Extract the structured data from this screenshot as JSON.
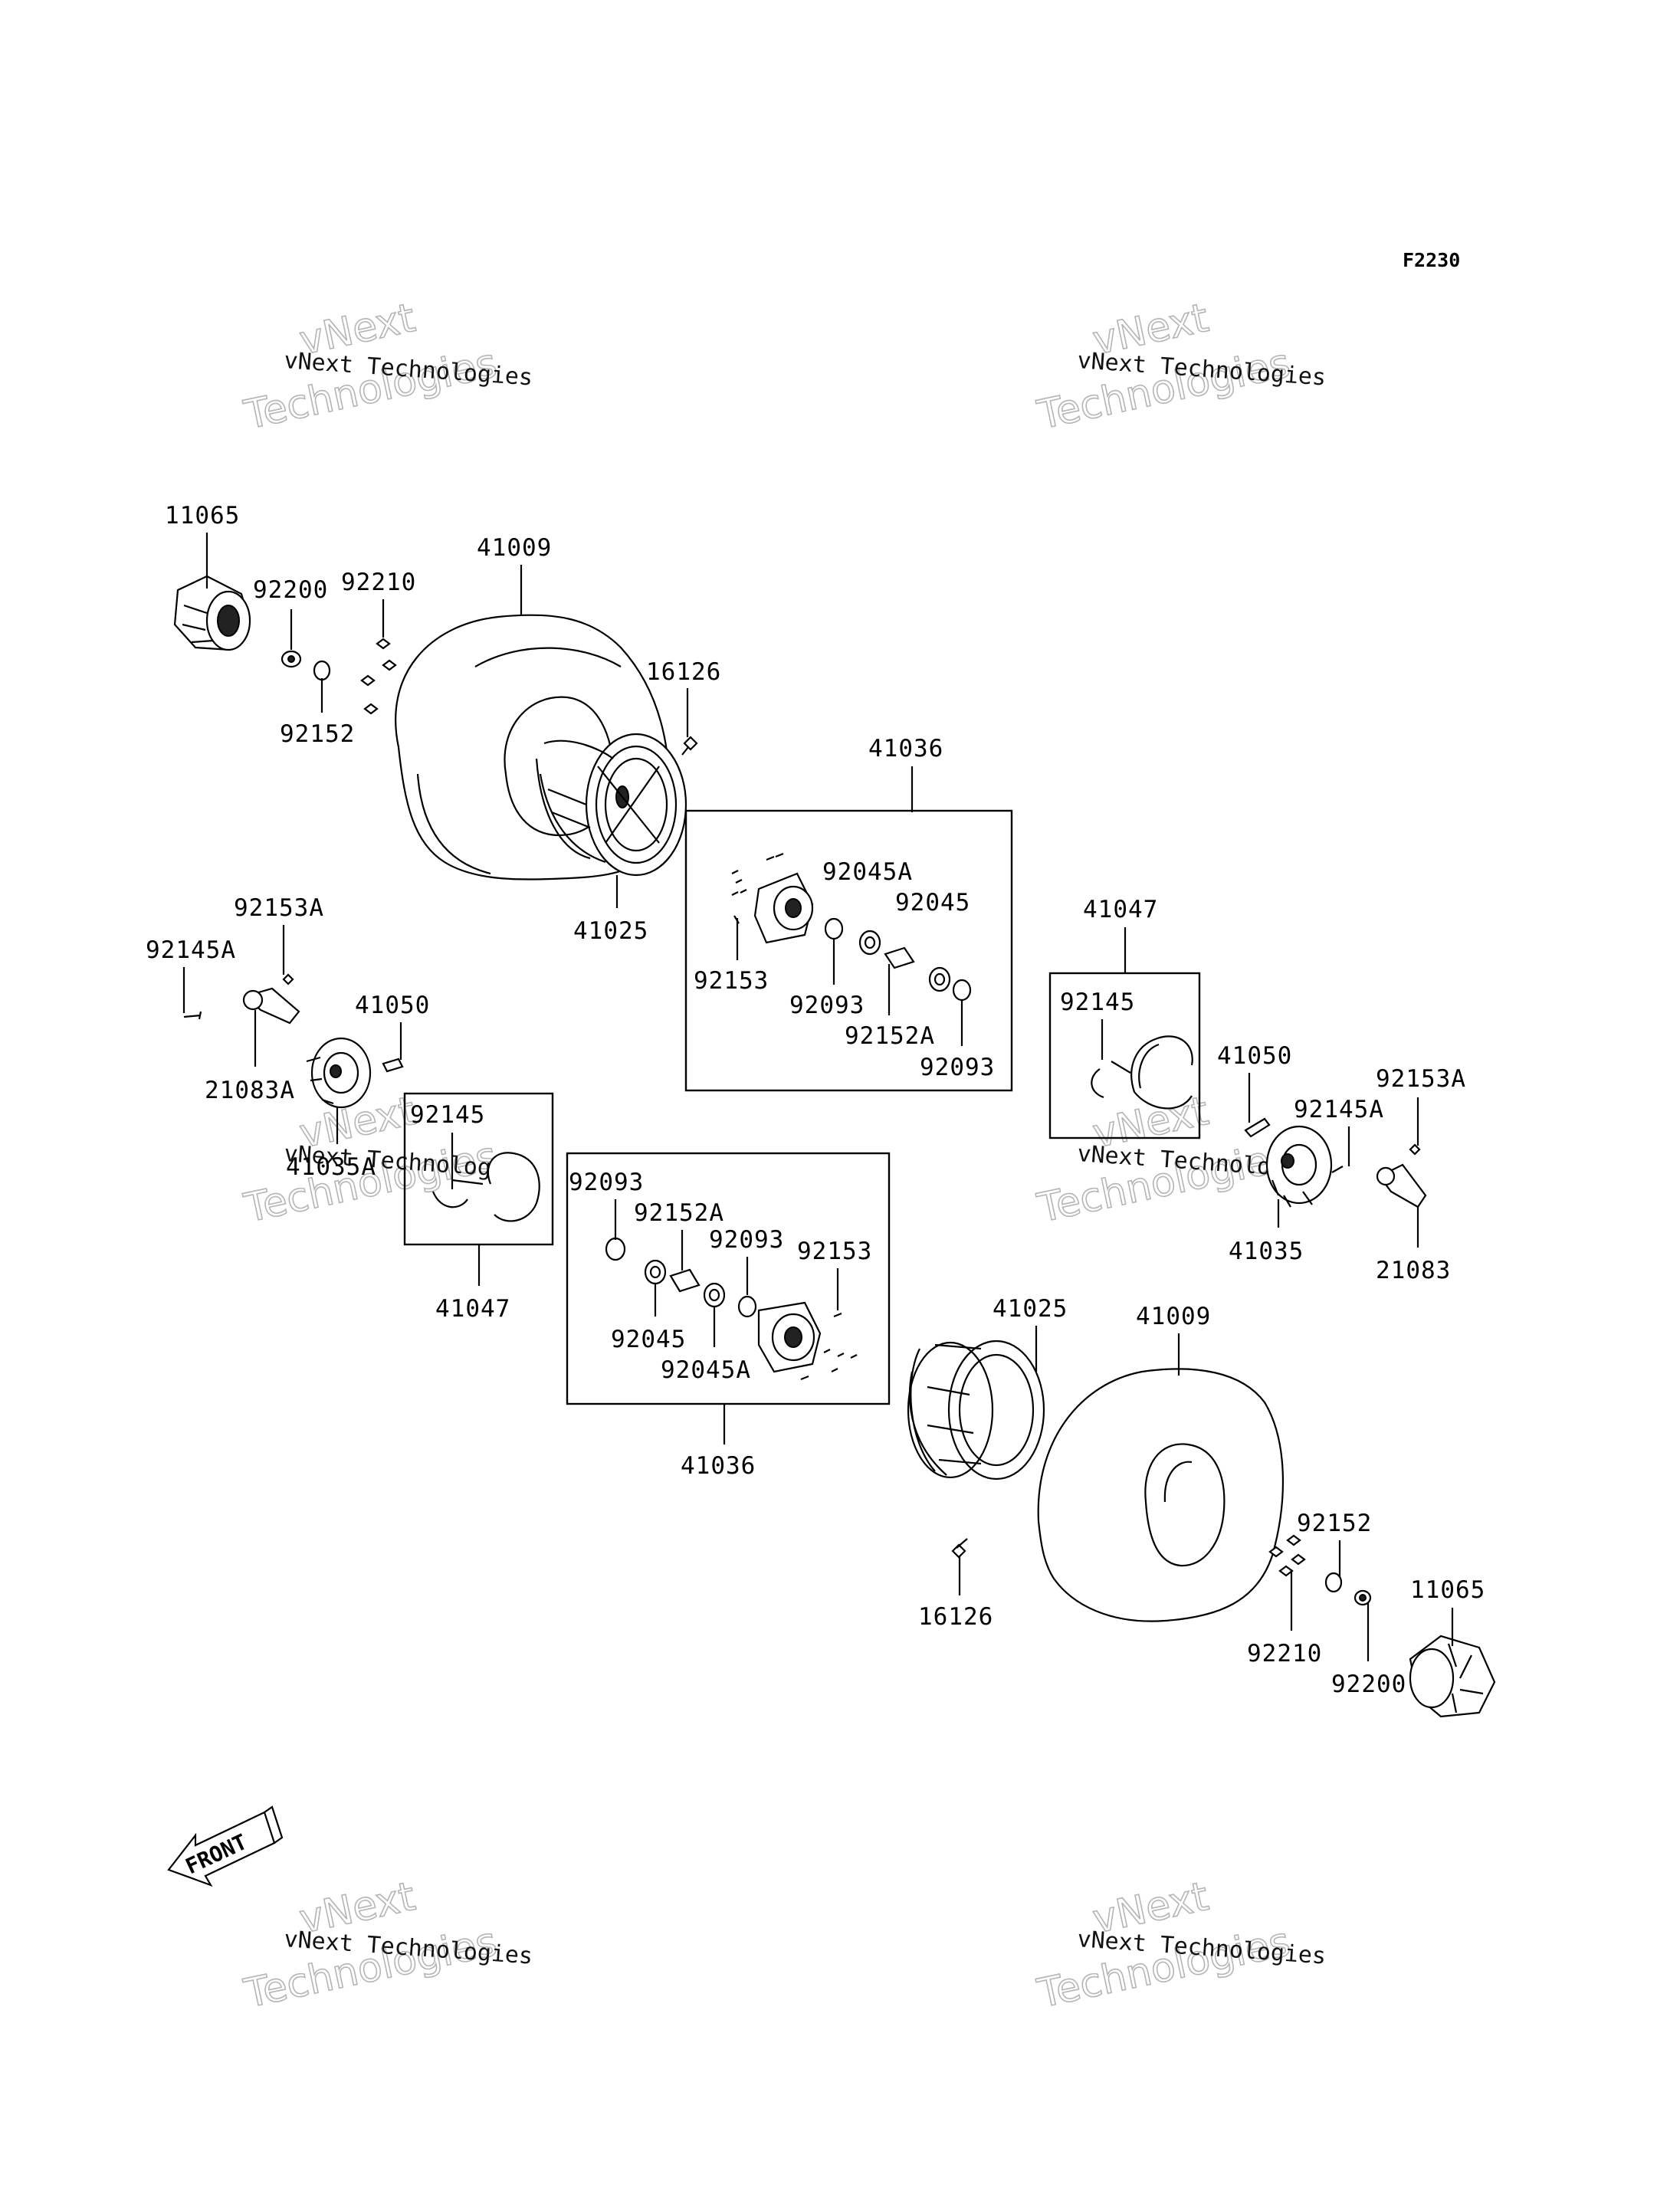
{
  "figure_code": "F2230",
  "watermark": {
    "line1": "vNext",
    "line2": "vNext Technologies",
    "line3": "Technologies"
  },
  "front_label": "FRONT",
  "callouts": [
    "11065",
    "92200",
    "92210",
    "41009",
    "16126",
    "92152",
    "41025",
    "41036",
    "92045A",
    "92045",
    "92153",
    "92093",
    "92152A",
    "92093",
    "41047",
    "92145",
    "92153A",
    "92145A",
    "41050",
    "21083A",
    "41035A",
    "92145",
    "41047",
    "92093",
    "92152A",
    "92093",
    "92153",
    "92045",
    "92045A",
    "41036",
    "41050",
    "92145A",
    "92153A",
    "41035",
    "21083",
    "41025",
    "41009",
    "16126",
    "92152",
    "11065",
    "92210",
    "92200"
  ]
}
